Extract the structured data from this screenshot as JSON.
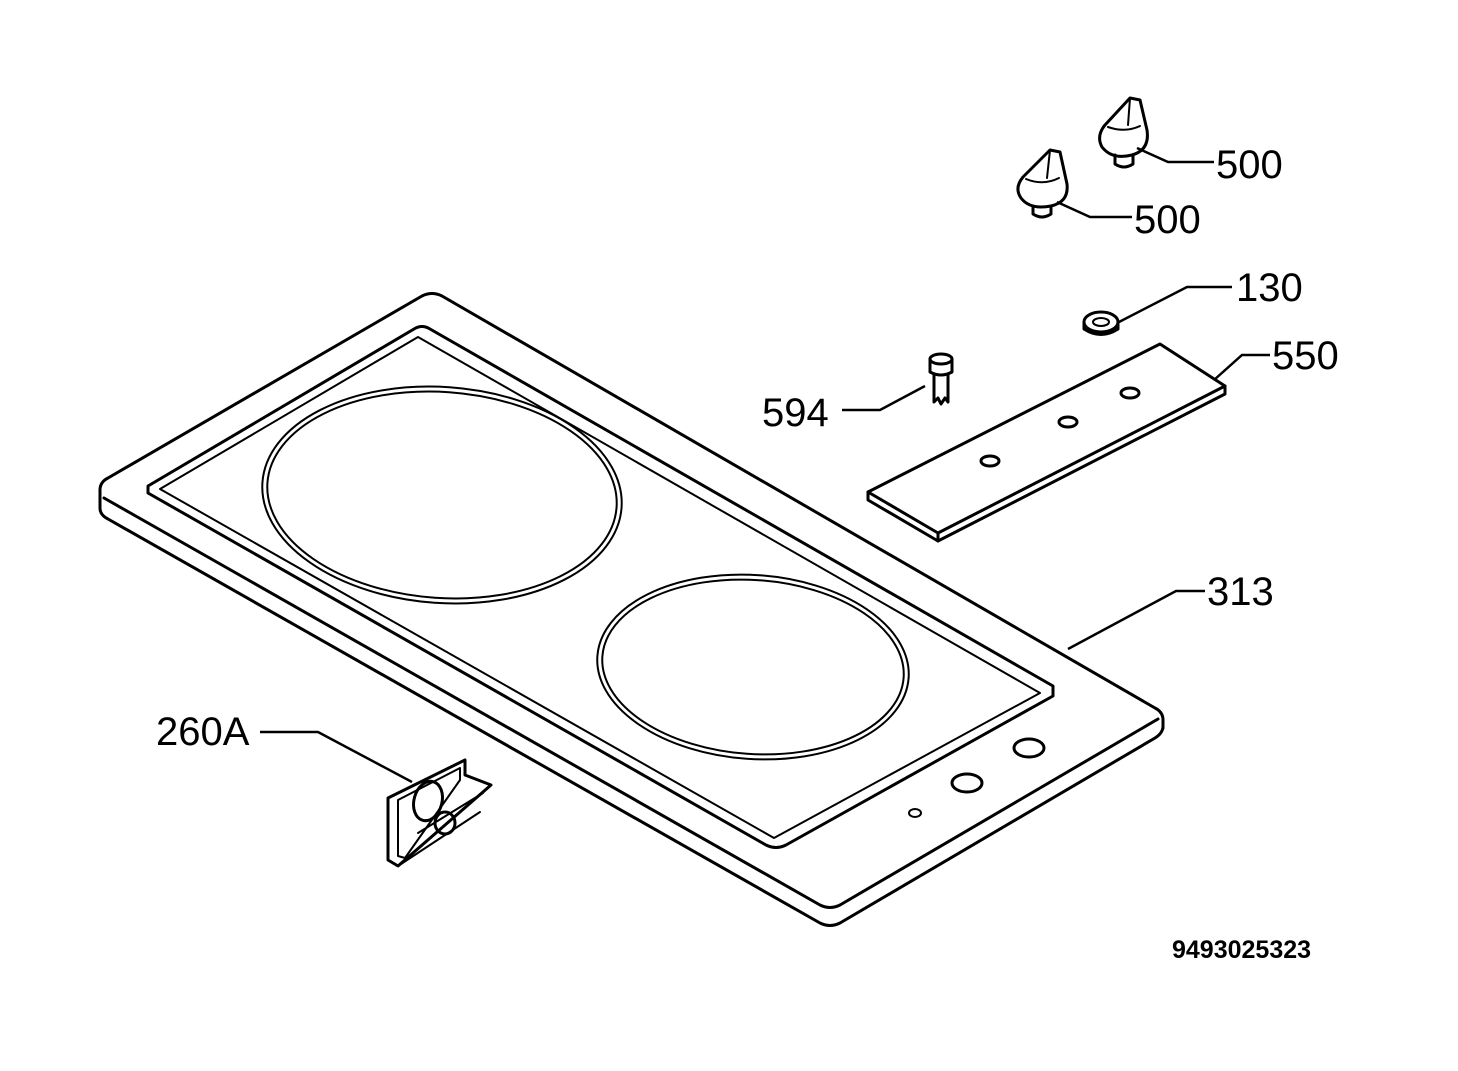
{
  "diagram": {
    "labels": {
      "knob_upper": "500",
      "knob_lower": "500",
      "spacer": "130",
      "bracket": "550",
      "pin": "594",
      "hob_top": "313",
      "switch": "260A"
    },
    "document_number": "9493025323"
  }
}
